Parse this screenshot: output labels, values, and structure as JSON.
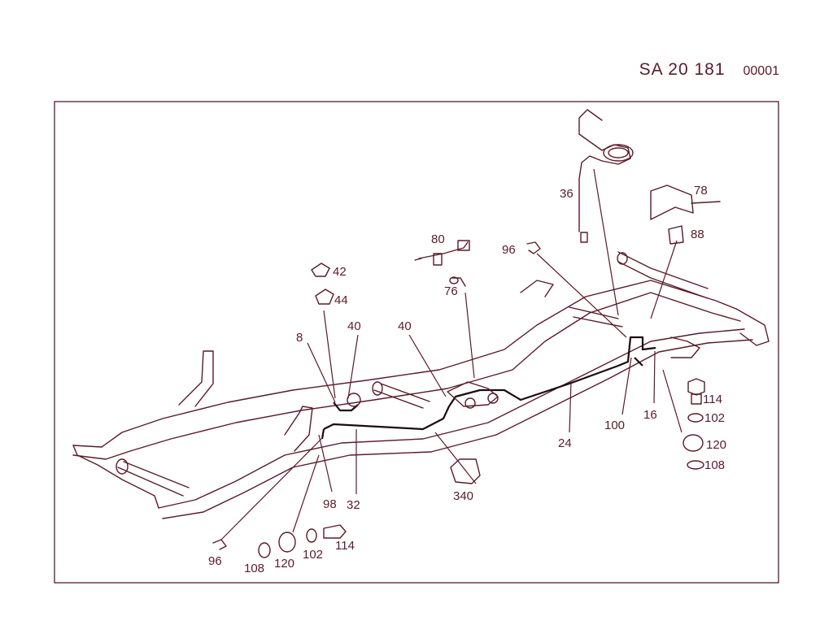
{
  "header": {
    "code": "SA  20 181",
    "sub": "00001"
  },
  "labels": {
    "l36": "36",
    "l78": "78",
    "l88": "88",
    "l80": "80",
    "l96a": "96",
    "l42": "42",
    "l44": "44",
    "l76": "76",
    "l8": "8",
    "l40a": "40",
    "l40b": "40",
    "l114a": "114",
    "l102a": "102",
    "l120a": "120",
    "l108a": "108",
    "l100": "100",
    "l16": "16",
    "l24": "24",
    "l340": "340",
    "l98": "98",
    "l32": "32",
    "l96b": "96",
    "l108b": "108",
    "l120b": "120",
    "l102b": "102",
    "l114b": "114"
  }
}
